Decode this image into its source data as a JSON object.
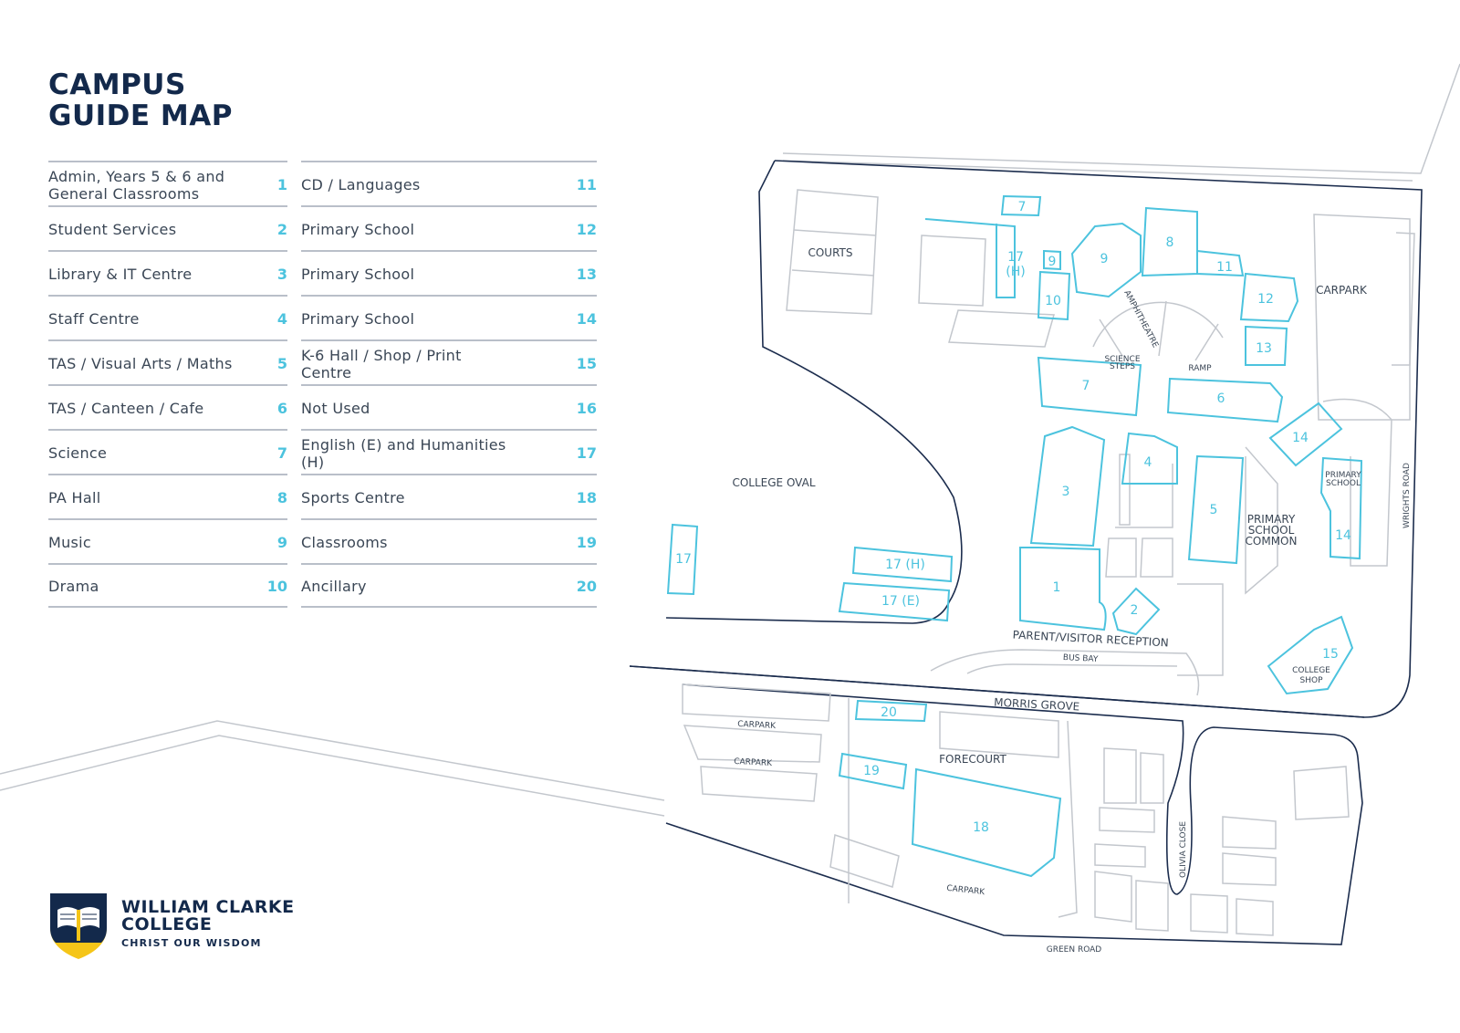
{
  "title": {
    "line1": "CAMPUS",
    "line2": "GUIDE MAP"
  },
  "legend_left": [
    {
      "name": "Admin, Years 5 & 6 and General Classrooms",
      "num": "1"
    },
    {
      "name": "Student Services",
      "num": "2"
    },
    {
      "name": "Library & IT Centre",
      "num": "3"
    },
    {
      "name": "Staff Centre",
      "num": "4"
    },
    {
      "name": "TAS / Visual Arts / Maths",
      "num": "5"
    },
    {
      "name": "TAS / Canteen / Cafe",
      "num": "6"
    },
    {
      "name": "Science",
      "num": "7"
    },
    {
      "name": "PA Hall",
      "num": "8"
    },
    {
      "name": "Music",
      "num": "9"
    },
    {
      "name": "Drama",
      "num": "10"
    }
  ],
  "legend_right": [
    {
      "name": "CD / Languages",
      "num": "11"
    },
    {
      "name": "Primary School",
      "num": "12"
    },
    {
      "name": "Primary School",
      "num": "13"
    },
    {
      "name": "Primary School",
      "num": "14"
    },
    {
      "name": "K-6 Hall / Shop / Print Centre",
      "num": "15"
    },
    {
      "name": "Not Used",
      "num": "16"
    },
    {
      "name": "English (E) and Humanities (H)",
      "num": "17"
    },
    {
      "name": "Sports Centre",
      "num": "18"
    },
    {
      "name": "Classrooms",
      "num": "19"
    },
    {
      "name": "Ancillary",
      "num": "20"
    }
  ],
  "map_labels": {
    "courts": "COURTS",
    "carpark_ne": "CARPARK",
    "amphitheatre": "AMPHITHEATRE",
    "science_steps_1": "SCIENCE",
    "science_steps_2": "STEPS",
    "ramp": "RAMP",
    "college_oval": "COLLEGE OVAL",
    "primary_school_1": "PRIMARY",
    "primary_school_2": "SCHOOL",
    "psc_1": "PRIMARY",
    "psc_2": "SCHOOL",
    "psc_3": "COMMON",
    "wrights_road": "WRIGHTS ROAD",
    "parent_reception": "PARENT/VISITOR RECEPTION",
    "bus_bay": "BUS BAY",
    "college_shop_1": "COLLEGE",
    "college_shop_2": "SHOP",
    "morris_grove": "MORRIS GROVE",
    "carpark_1": "CARPARK",
    "carpark_2": "CARPARK",
    "forecourt": "FORECOURT",
    "carpark_s": "CARPARK",
    "olivia_close": "OLIVIA CLOSE",
    "green_road": "GREEN ROAD"
  },
  "map_numbers": {
    "b1": "1",
    "b2": "2",
    "b3": "3",
    "b4": "4",
    "b5": "5",
    "b6": "6",
    "b7a": "7",
    "b7b": "7",
    "b8": "8",
    "b9a": "9",
    "b9b": "9",
    "b10": "10",
    "b11": "11",
    "b12": "12",
    "b13": "13",
    "b14a": "14",
    "b14b": "14",
    "b15": "15",
    "b17h_1": "17",
    "b17h_2": "(H)",
    "b17": "17",
    "b17h": "17 (H)",
    "b17e": "17 (E)",
    "b18": "18",
    "b19": "19",
    "b20": "20"
  },
  "logo": {
    "line1": "WILLIAM CLARKE",
    "line2": "COLLEGE",
    "motto": "CHRIST OUR WISDOM"
  },
  "colors": {
    "navy": "#13294b",
    "cyan": "#4cc3de",
    "grey": "#c3c7cd",
    "gold": "#f5c518"
  }
}
